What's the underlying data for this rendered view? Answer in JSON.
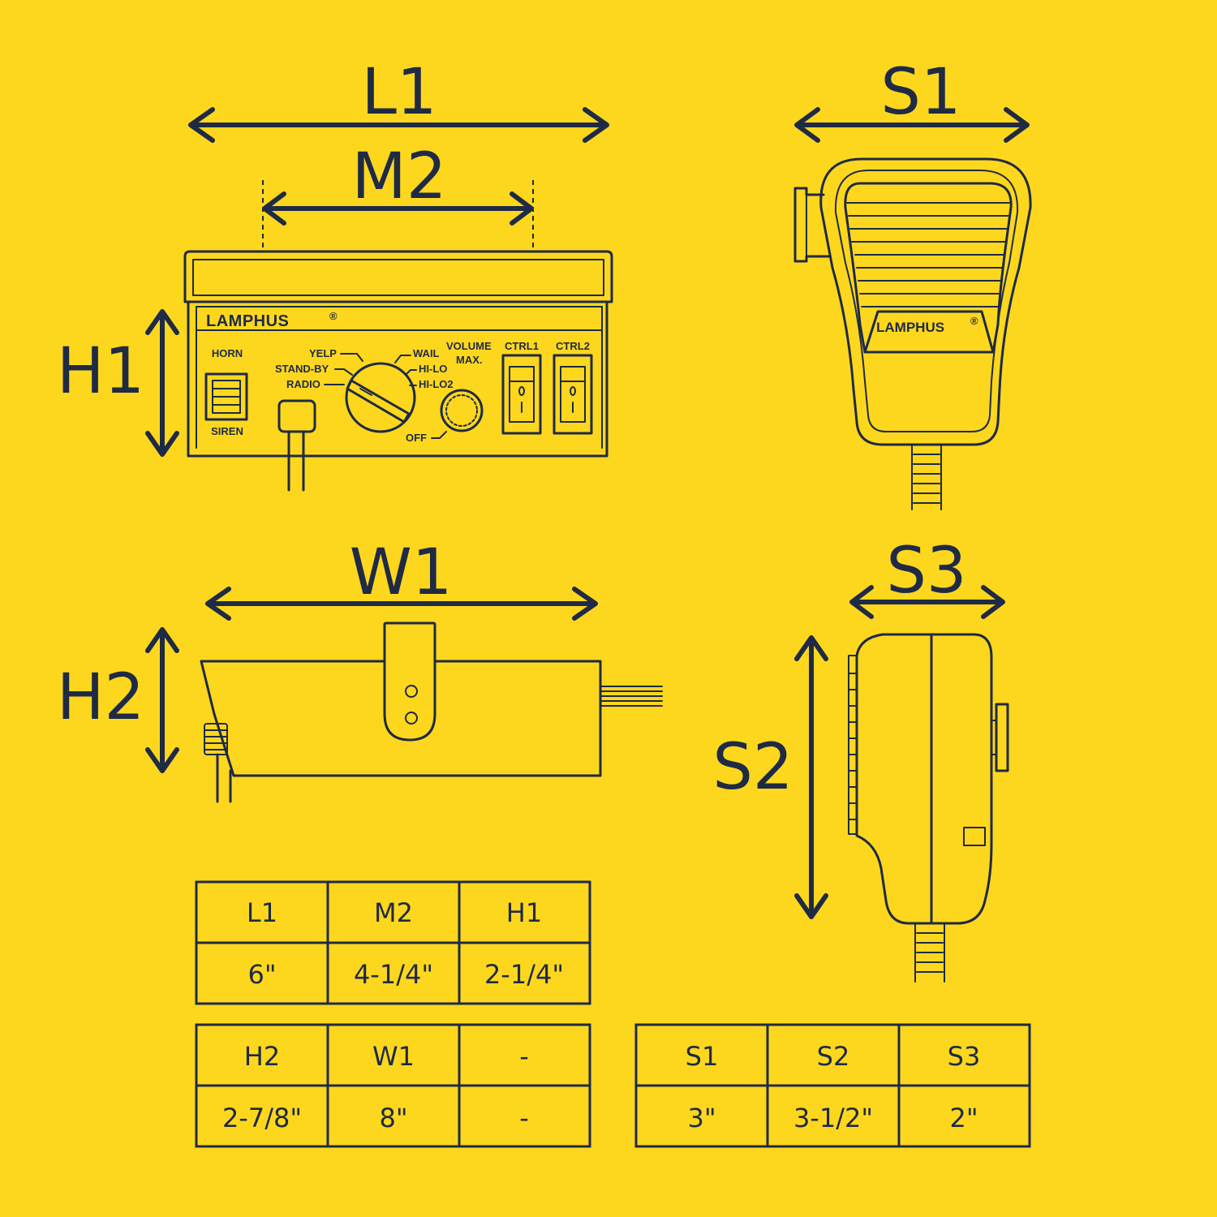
{
  "dimension_labels": {
    "L1": "L1",
    "M2": "M2",
    "H1": "H1",
    "S1": "S1",
    "W1": "W1",
    "H2": "H2",
    "S2": "S2",
    "S3": "S3"
  },
  "control_box": {
    "brand": "LAMPHUS",
    "brand_mark": "®",
    "horn": "HORN",
    "siren": "SIREN",
    "yelp": "YELP",
    "standby": "STAND-BY",
    "radio": "RADIO",
    "wail": "WAIL",
    "hilo": "HI-LO",
    "hilo2": "HI-LO2",
    "volume": "VOLUME",
    "max": "MAX.",
    "off": "OFF",
    "ctrl1": "CTRL1",
    "ctrl2": "CTRL2"
  },
  "microphone": {
    "brand": "LAMPHUS",
    "brand_mark": "®"
  },
  "tables": [
    {
      "headers": [
        "L1",
        "M2",
        "H1"
      ],
      "values": [
        "6\"",
        "4-1/4\"",
        "2-1/4\""
      ]
    },
    {
      "headers": [
        "H2",
        "W1",
        "-"
      ],
      "values": [
        "2-7/8\"",
        "8\"",
        "-"
      ]
    },
    {
      "headers": [
        "S1",
        "S2",
        "S3"
      ],
      "values": [
        "3\"",
        "3-1/2\"",
        "2\""
      ]
    }
  ],
  "colors": {
    "background": "#FDD71E",
    "ink": "#1F2A44"
  }
}
